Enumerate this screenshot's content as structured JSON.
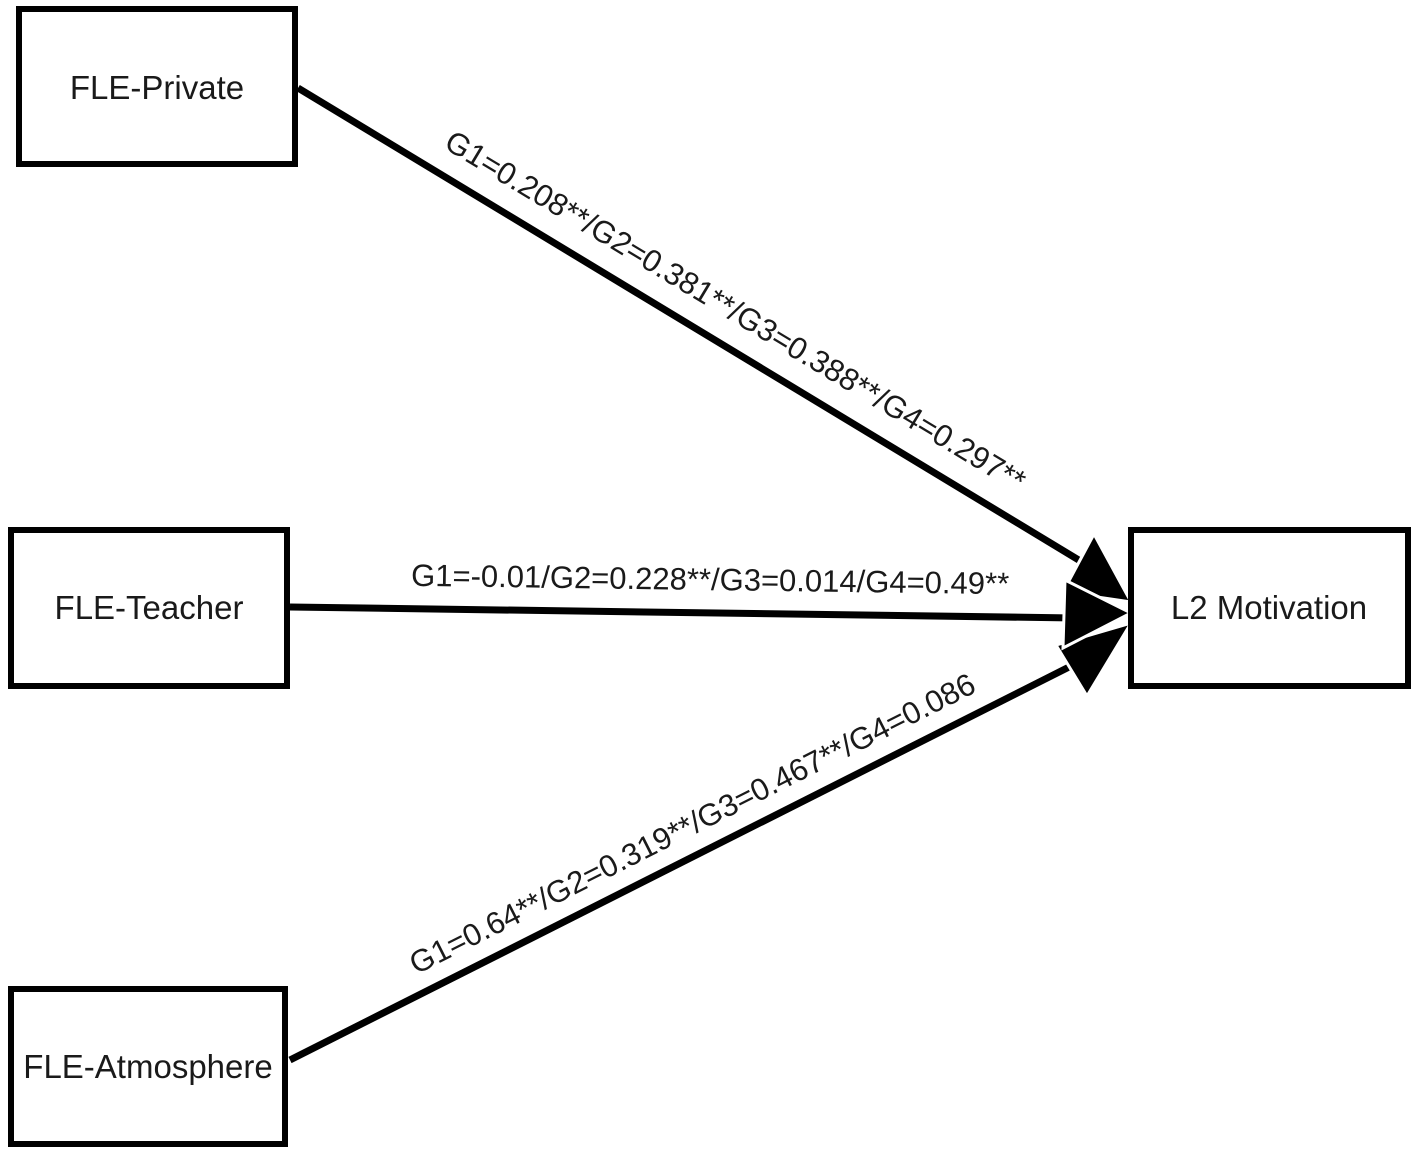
{
  "nodes": {
    "private": "FLE-Private",
    "teacher": "FLE-Teacher",
    "atmosphere": "FLE-Atmosphere",
    "motivation": "L2 Motivation"
  },
  "edges": {
    "private_to_motivation": "G1=0.208**/G2=0.381**/G3=0.388**/G4=0.297**",
    "teacher_to_motivation": "G1=-0.01/G2=0.228**/G3=0.014/G4=0.49**",
    "atmosphere_to_motivation": "G1=0.64**/G2=0.319**/G3=0.467**/G4=0.086"
  },
  "colors": {
    "stroke": "#000000",
    "background": "#ffffff",
    "text": "#1a1a1a"
  }
}
